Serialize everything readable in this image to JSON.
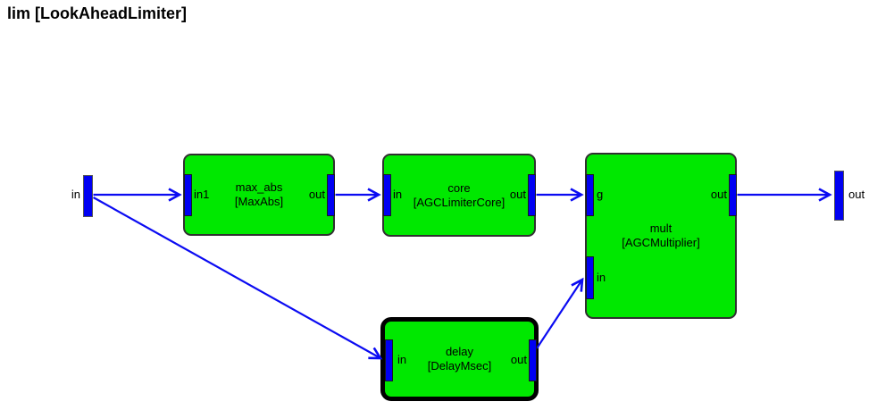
{
  "title": "lim [LookAheadLimiter]",
  "colors": {
    "background": "#ffffff",
    "block_fill": "#00e800",
    "block_border": "#303030",
    "selected_block_border": "#000000",
    "port_fill": "#0000f2",
    "wire": "#0b0bf2"
  },
  "external_ports": {
    "input": {
      "label": "in"
    },
    "output": {
      "label": "out"
    }
  },
  "blocks": {
    "max_abs": {
      "name": "max_abs",
      "type": "[MaxAbs]",
      "selected": false,
      "ports": {
        "in1": "in1",
        "out": "out"
      }
    },
    "core": {
      "name": "core",
      "type": "[AGCLimiterCore]",
      "selected": false,
      "ports": {
        "in": "in",
        "out": "out"
      }
    },
    "mult": {
      "name": "mult",
      "type": "[AGCMultiplier]",
      "selected": false,
      "ports": {
        "g": "g",
        "in": "in",
        "out": "out"
      }
    },
    "delay": {
      "name": "delay",
      "type": "[DelayMsec]",
      "selected": true,
      "ports": {
        "in": "in",
        "out": "out"
      }
    }
  },
  "connections": [
    {
      "from": "in",
      "to": "max_abs.in1"
    },
    {
      "from": "in",
      "to": "delay.in"
    },
    {
      "from": "max_abs.out",
      "to": "core.in"
    },
    {
      "from": "core.out",
      "to": "mult.g"
    },
    {
      "from": "delay.out",
      "to": "mult.in"
    },
    {
      "from": "mult.out",
      "to": "out"
    }
  ]
}
